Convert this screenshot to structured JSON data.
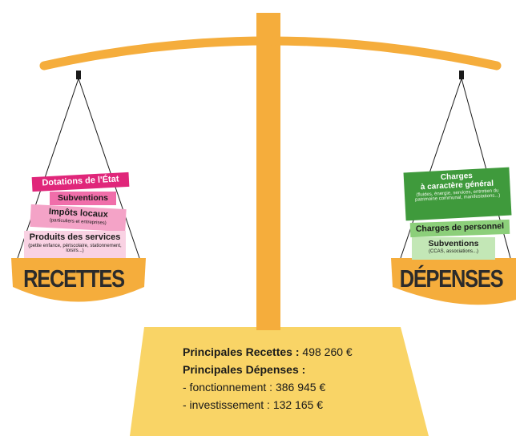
{
  "colors": {
    "scale_gold": "#f5ad3c",
    "summary_box": "#f9d466",
    "dotations": "#e0267a",
    "charges_general": "#3f9a3c"
  },
  "recettes": {
    "title": "RECETTES",
    "items": [
      {
        "label": "Dotations de l'État",
        "detail": ""
      },
      {
        "label": "Subventions",
        "detail": ""
      },
      {
        "label": "Impôts locaux",
        "detail": "(particuliers et entreprises)"
      },
      {
        "label": "Produits des services",
        "detail": "(petite enfance, périscolaire, stationnement, loisirs...)"
      }
    ]
  },
  "depenses": {
    "title": "DÉPENSES",
    "items": [
      {
        "label": "Charges",
        "label2": "à caractère général",
        "detail": "(fluides, énergie, services, entretien du patrimoine communal, manifestations...)"
      },
      {
        "label": "Charges de personnel",
        "detail": ""
      },
      {
        "label": "Subventions",
        "detail": "(CCAS, associations...)"
      }
    ]
  },
  "summary": {
    "recettes_label": "Principales Recettes :",
    "recettes_value": "498 260 €",
    "depenses_label": "Principales Dépenses :",
    "fonctionnement": "- fonctionnement : 386 945 €",
    "investissement": "- investissement : 132 165 €"
  }
}
